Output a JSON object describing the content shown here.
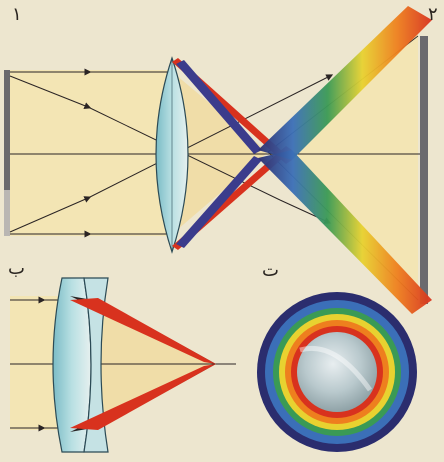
{
  "labels": {
    "fig1": "١",
    "fig2": "٢",
    "figB": "ب",
    "figT": "ت"
  },
  "colors": {
    "background": "#ede6cf",
    "beam": "#f3e5b4",
    "lens_glass": "#9fd0d6",
    "screen": "#6b6a6e",
    "ray": "#2a2424",
    "red": "#d8321e",
    "blue": "#3b3c8c",
    "disk_center": "#c9d6d8"
  },
  "icons": {
    "ray_arrow": "arrowhead-icon",
    "converging_lens": "biconvex-lens-icon",
    "achromatic_doublet": "achromatic-doublet-icon",
    "spectrum_ring": "chromatic-halo-icon"
  }
}
